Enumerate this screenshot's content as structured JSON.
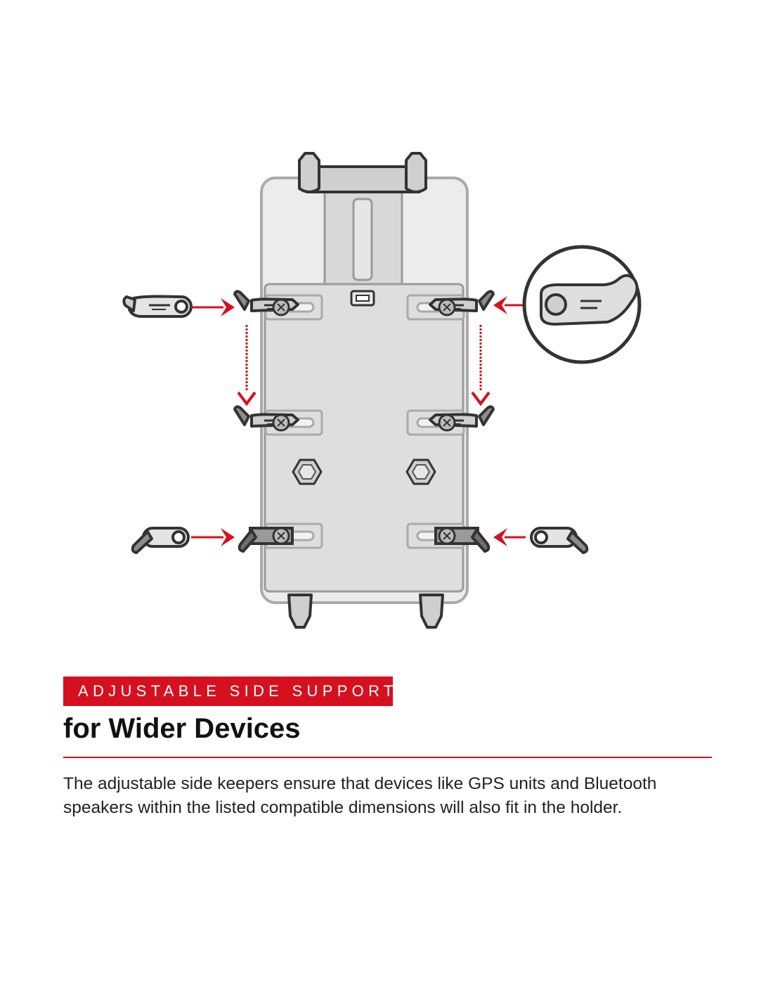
{
  "colors": {
    "accent": "#d5101f",
    "outline": "#333333",
    "holder_fill": "#dedede",
    "holder_ghost": "#ececec",
    "heading_text": "#111111",
    "body_text": "#222222"
  },
  "illustration": {
    "subject": "phone holder cradle with adjustable side keepers",
    "keeper_positions": [
      "top-left",
      "top-right",
      "middle-left",
      "middle-right",
      "bottom-left",
      "bottom-right"
    ],
    "icons": [
      "holder-cradle-icon",
      "side-keeper-icon",
      "red-arrow-icon",
      "magnified-keeper-icon",
      "hex-nut-icon"
    ]
  },
  "section": {
    "tag": "ADJUSTABLE SIDE SUPPORTS",
    "heading": "for Wider Devices",
    "body": "The adjustable side keepers ensure that devices like GPS units and Bluetooth speakers within the listed compatible dimensions will also fit in the holder."
  }
}
